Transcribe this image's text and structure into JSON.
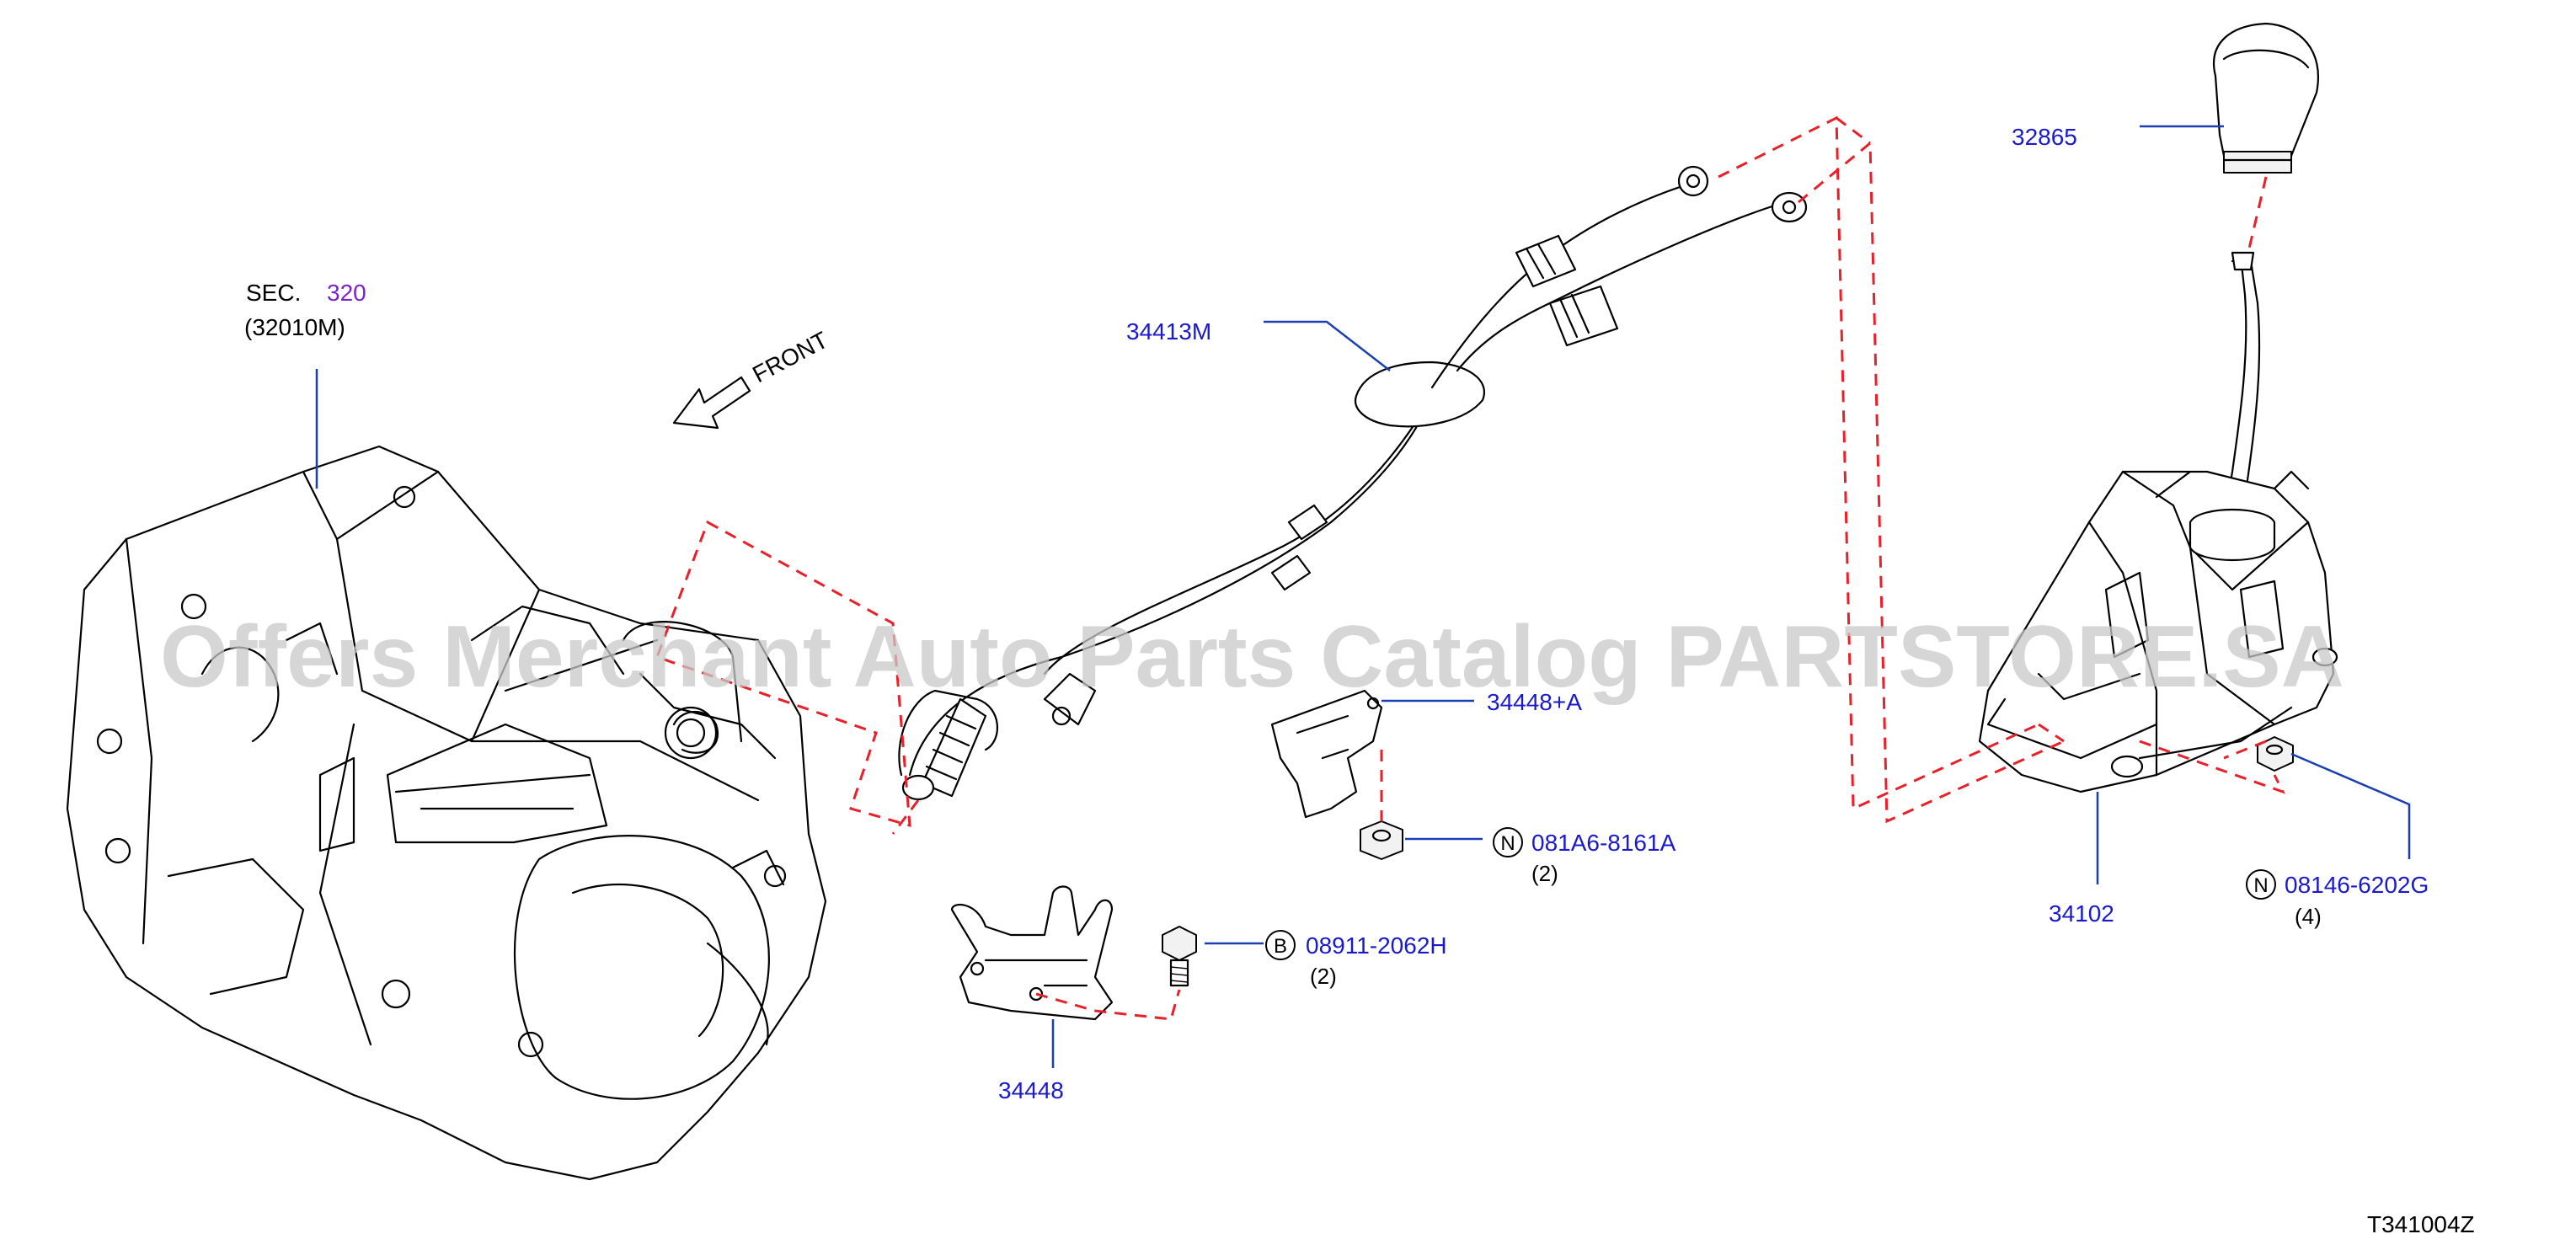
{
  "diagram_code": "T341004Z",
  "watermark": "Offers Merchant Auto Parts Catalog PARTSTORE.SA",
  "direction_label": "FRONT",
  "section_ref": {
    "prefix": "SEC.",
    "number": "320",
    "sub_ref": "(32010M)"
  },
  "callouts": {
    "knob": {
      "part_no": "32865"
    },
    "cable": {
      "part_no": "34413M"
    },
    "bracket_a": {
      "part_no": "34448+A"
    },
    "nut_a": {
      "symbol": "N",
      "part_no": "081A6-8161A",
      "qty": "(2)"
    },
    "bolt": {
      "symbol": "B",
      "part_no": "08911-2062H",
      "qty": "(2)"
    },
    "bracket": {
      "part_no": "34448"
    },
    "shifter": {
      "part_no": "34102"
    },
    "nut_b": {
      "symbol": "N",
      "part_no": "08146-6202G",
      "qty": "(4)"
    }
  },
  "colors": {
    "part_number": "#1a1acc",
    "section_number": "#7a22cc",
    "guide_line": "#e8202a",
    "leader": "#1a3fb3"
  }
}
